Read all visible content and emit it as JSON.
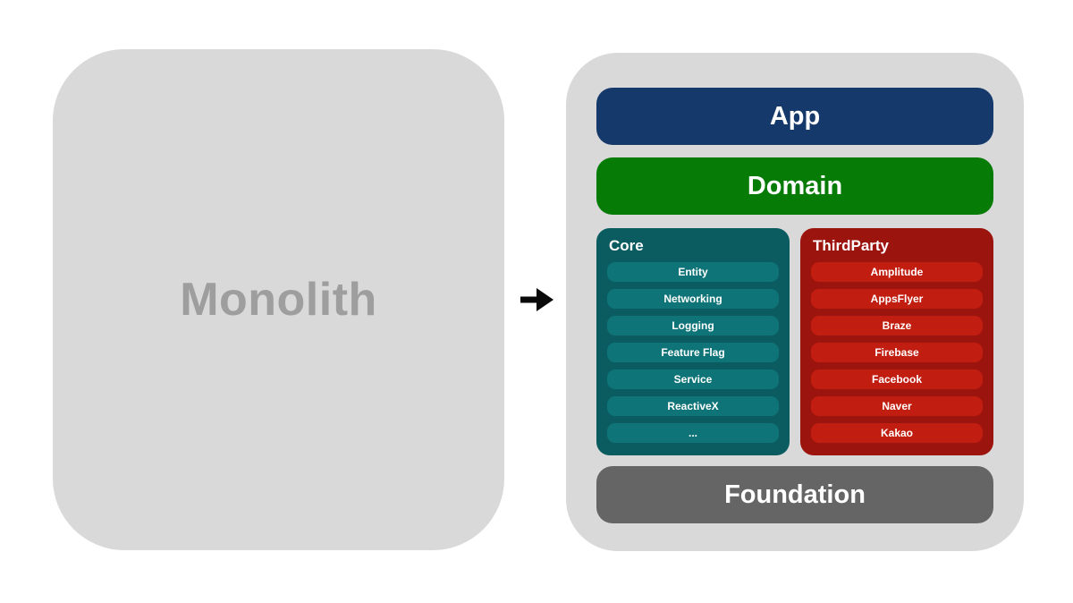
{
  "monolith": {
    "label": "Monolith"
  },
  "arrow": {
    "icon": "right-arrow"
  },
  "architecture": {
    "layers": {
      "app": {
        "label": "App"
      },
      "domain": {
        "label": "Domain"
      },
      "foundation": {
        "label": "Foundation"
      }
    },
    "core": {
      "title": "Core",
      "items": [
        "Entity",
        "Networking",
        "Logging",
        "Feature Flag",
        "Service",
        "ReactiveX",
        "..."
      ]
    },
    "third_party": {
      "title": "ThirdParty",
      "items": [
        "Amplitude",
        "AppsFlyer",
        "Braze",
        "Firebase",
        "Facebook",
        "Naver",
        "Kakao"
      ]
    }
  },
  "colors": {
    "canvas_bg": "#ffffff",
    "container_bg": "#d9d9d9",
    "monolith_bg": "#d9d9d9",
    "monolith_text": "#9e9e9e",
    "app_layer": "#14396a",
    "domain_layer": "#067c06",
    "foundation_layer": "#656565",
    "core_panel": "#0a5c60",
    "core_item": "#0f7478",
    "third_party_panel": "#9c140e",
    "third_party_item": "#c11e11",
    "arrow": "#0a0a0a",
    "label_text": "#ffffff"
  }
}
